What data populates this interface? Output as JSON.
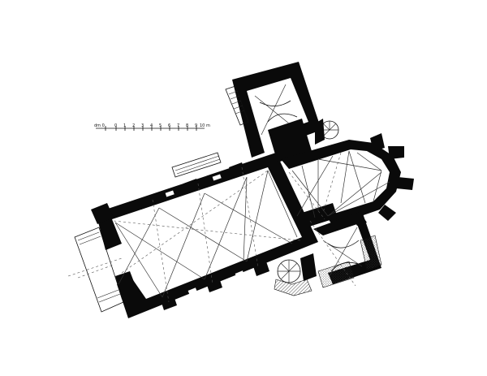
{
  "scale_bar": {
    "start_label": "dm 0",
    "tick_labels": [
      "0",
      "1",
      "2",
      "3",
      "4",
      "5",
      "6",
      "7",
      "8",
      "9"
    ],
    "end_label": "10 m"
  },
  "colors": {
    "wall": "#0a0a0a",
    "background": "#ffffff"
  }
}
